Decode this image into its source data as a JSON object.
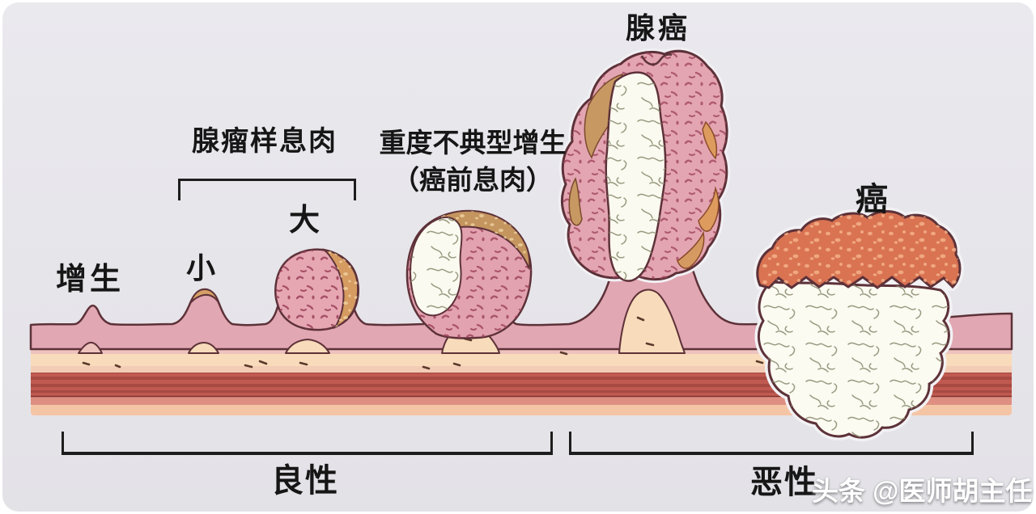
{
  "diagram": {
    "labels": {
      "hyperplasia": "增生",
      "small": "小",
      "large": "大",
      "adenomatous_polyp": "腺瘤样息肉",
      "severe_dysplasia": "重度不典型增生",
      "precancerous_polyp": "（癌前息肉）",
      "adenocarcinoma": "腺癌",
      "carcinoma": "癌",
      "benign": "良性",
      "malignant": "恶性"
    },
    "watermark": "头条 @医师胡主任",
    "colors": {
      "background": "#e7e6ea",
      "mucosa_pink": "#e1a7b2",
      "polyp_pink": "#e4a5b2",
      "submucosa_cream": "#f8dbba",
      "muscle_red": "#c05a50",
      "serosa_salmon": "#de8f82",
      "outer_peach": "#f4c5a5",
      "tan_cap": "#cf9960",
      "orange_cap": "#d97352",
      "white_mass": "#fbfaf0",
      "outline_ink": "#5d3138",
      "label_black": "#161616",
      "watermark_white": "#ffffff"
    }
  }
}
